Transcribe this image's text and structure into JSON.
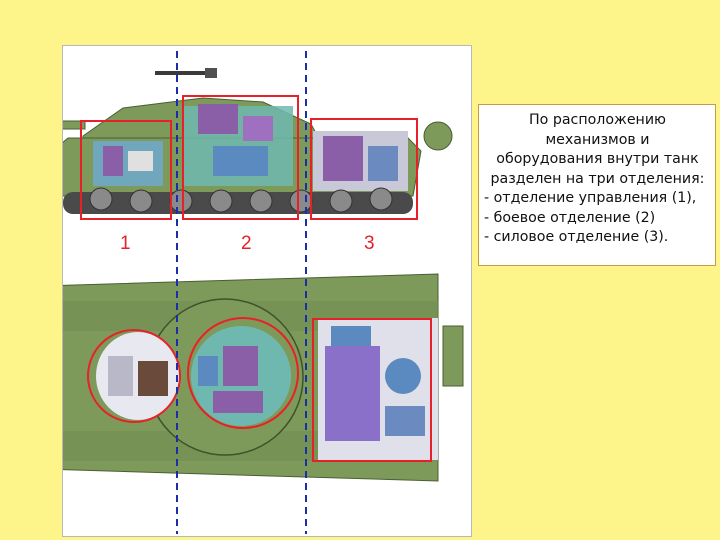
{
  "description": {
    "heading_lines": [
      "По расположению",
      "механизмов и",
      "оборудования внутри танк",
      "разделен на три отделения:"
    ],
    "items": [
      "- отделение управления (1),",
      "- боевое отделение (2)",
      "- силовое отделение (3)."
    ]
  },
  "section_labels": [
    "1",
    "2",
    "3"
  ],
  "colors": {
    "background": "#fdf58a",
    "hull_green": "#7e9a5a",
    "highlight_red": "#e8202a",
    "divider_blue": "#1a2ea8"
  },
  "icons": [
    "tank-side-view",
    "tank-top-view"
  ]
}
